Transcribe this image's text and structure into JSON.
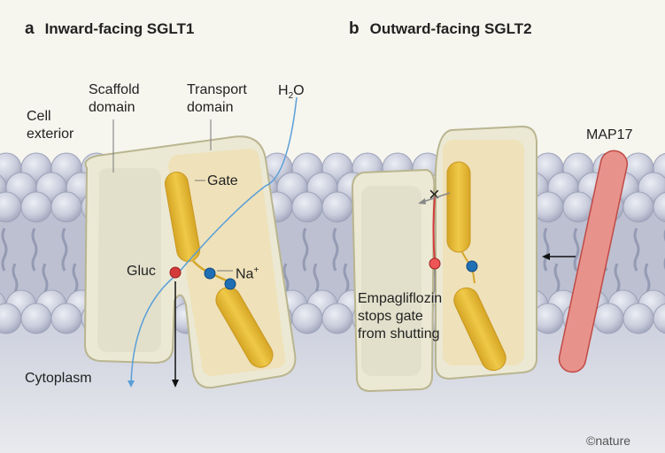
{
  "panel_a": {
    "letter": "a",
    "title": "Inward-facing SGLT1"
  },
  "panel_b": {
    "letter": "b",
    "title": "Outward-facing SGLT2"
  },
  "labels": {
    "cell_exterior_1": "Cell",
    "cell_exterior_2": "exterior",
    "scaffold_1": "Scaffold",
    "scaffold_2": "domain",
    "transport_1": "Transport",
    "transport_2": "domain",
    "water_h": "H",
    "water_sub": "2",
    "water_o": "O",
    "gate": "Gate",
    "gluc": "Gluc",
    "na": "Na",
    "na_sup": "+",
    "cytoplasm": "Cytoplasm",
    "map17": "MAP17",
    "empa_1": "Empagliflozin",
    "empa_2": "stops gate",
    "empa_3": "from shutting",
    "credit": "©nature"
  },
  "colors": {
    "protein": "#ebe9d4",
    "transport_domain": "#f0dfb2",
    "gate_helix": "#e8bd3a",
    "glucose": "#d43a3a",
    "sodium": "#1f6fb5",
    "water_path": "#5a9fd8",
    "map17": "#e8928c",
    "lipid_head": "#c9ccdb"
  }
}
